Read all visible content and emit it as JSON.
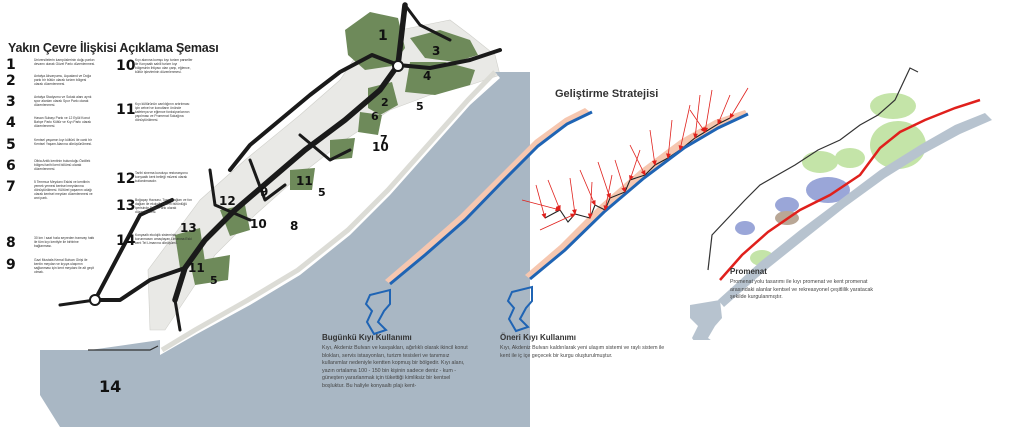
{
  "title": "Yakın Çevre İlişkisi Açıklama Şeması",
  "legend_left": [
    {
      "num": "1",
      "text": "Üniversitelerin kampüslerinin doğu parkın devamı olarak Güzel Parkı düzenlenmesi."
    },
    {
      "num": "2",
      "text": "Antalya Akvaryumu, Aqualand ve Doğa parkı bir bütün olarak turizm bölgesi olarak düzenlenmesi."
    },
    {
      "num": "3",
      "text": "Antalya Stadyumu ve Sokak alanı ayrık spor alanları olarak Spor Parkı olarak düzenlenmesi."
    },
    {
      "num": "4",
      "text": "Hasan Subaşı Parkı ve 12 Eylül Konut Bahçe Parkı Kültür ve Kıyı Parkı olarak düzenlenmesi."
    },
    {
      "num": "5",
      "text": "Kentsel yaşamın kıyı kültürü ile canlı bir Kentsel Yaşam Alanına dönüştürülmesi."
    },
    {
      "num": "6",
      "text": "Olbia Antik kentinin bulunduğu Özdilek bölgesi tarihi kent bölümü olarak düzenlenmesi."
    },
    {
      "num": "7",
      "text": "5 Temmuz Meydanı Eskisi ve kentlinin yemek yemesi kentsel meydanına dönüştürülmesi. Kültürel yaşamın odağı olarak kentsel meydan düzenlenmesi ve anıt park."
    },
    {
      "num": "8",
      "text": "30 km / saat hızla seyreden tramvay hattı ile tüm kıyı kentiyle ile birbirine bağlanması."
    },
    {
      "num": "9",
      "text": "Gazi Mustafa Kemal Bulvarı Girişi ile kentin meydan ve kıyıya ulaşımın sağlanması için kent meydanı ile alt geçit olmak."
    }
  ],
  "legend_right": [
    {
      "num": "10",
      "text": "Kıyı alanına komşu kıyı turizm parseller ile Konyaaltı sahili turizm kıyı bölgesinin ihtiyacı olan çarşı, eğlence, kültür işlevlerinin düzenlenmesi."
    },
    {
      "num": "11",
      "text": "Kıyı kültürünün canlılığının artırılması için cetvel ve konutların önünde kafeterya ve eğlence fonksiyonlarının yapılması ve Promenat Sokağına dönüştürülmesi."
    },
    {
      "num": "12",
      "text": "Tarihi sinema kuruluşu restorasyonu konyaaltı kent belleği müzesi olarak kullanılmasıdır."
    },
    {
      "num": "13",
      "text": "Boğaçay Havzası, Toros Dağları ve fon dağları ile ekolojik sistem bütünlüğü içerisinde Doğa Parkı olarak düzenlenmesi."
    },
    {
      "num": "14",
      "text": "Konyaaltı ekolojik sisteminin korunmasını amaçlayan Limanına Eski kent Tel Limanına dönüşümü."
    }
  ],
  "map_labels": [
    "1",
    "2",
    "3",
    "4",
    "5",
    "6",
    "7",
    "8",
    "9",
    "10",
    "11",
    "12",
    "13",
    "14"
  ],
  "strategy_heading": "Geliştirme Stratejisi",
  "current": {
    "title": "Bugünkü Kıyı Kullanımı",
    "body": "Kıyı, Akdeniz Bulvarı ve kavşakları, ağırlıklı olarak ikincil konut blokları, servis istasyonları, turizm tesisleri ve tanımsız kullanımlar nedeniyle kentten kopmuş bir bölgedir. Kıyı alanı, yazın ortalama 100 - 150 bin kişinin sadece deniz - kum - güneşten yararlanmak için tükettiği kimliksiz bir kentsel boşluktur. Bu haliyle konyaaltı plajı kent-"
  },
  "proposal": {
    "title": "Öneri Kıyı Kullanımı",
    "body": "Kıyı, Akdeniz Bulvarı kaldırılarak yeni ulaşım sistemi ve raylı sistem ile kent ile iç içe geçecek bir kurgu oluşturulmuştur."
  },
  "promenade": {
    "title": "Promenat",
    "body": "Promenat yolu tasarımı ile kıyı promenat ve kent promenat arasındaki alanlar kentsel ve rekreasyonel çeşitlilik yaratacak şekilde kurgulanmıştır."
  },
  "colors": {
    "sea": "#a9b7c4",
    "green": "#6e8a5a",
    "road": "#1a1a1a",
    "coast_blue": "#1f64b4",
    "arrow_red": "#e0201c",
    "sand": "#f6c7b0",
    "bubble_green": "#c4e4a8",
    "bubble_blue": "#9aa6d8"
  }
}
